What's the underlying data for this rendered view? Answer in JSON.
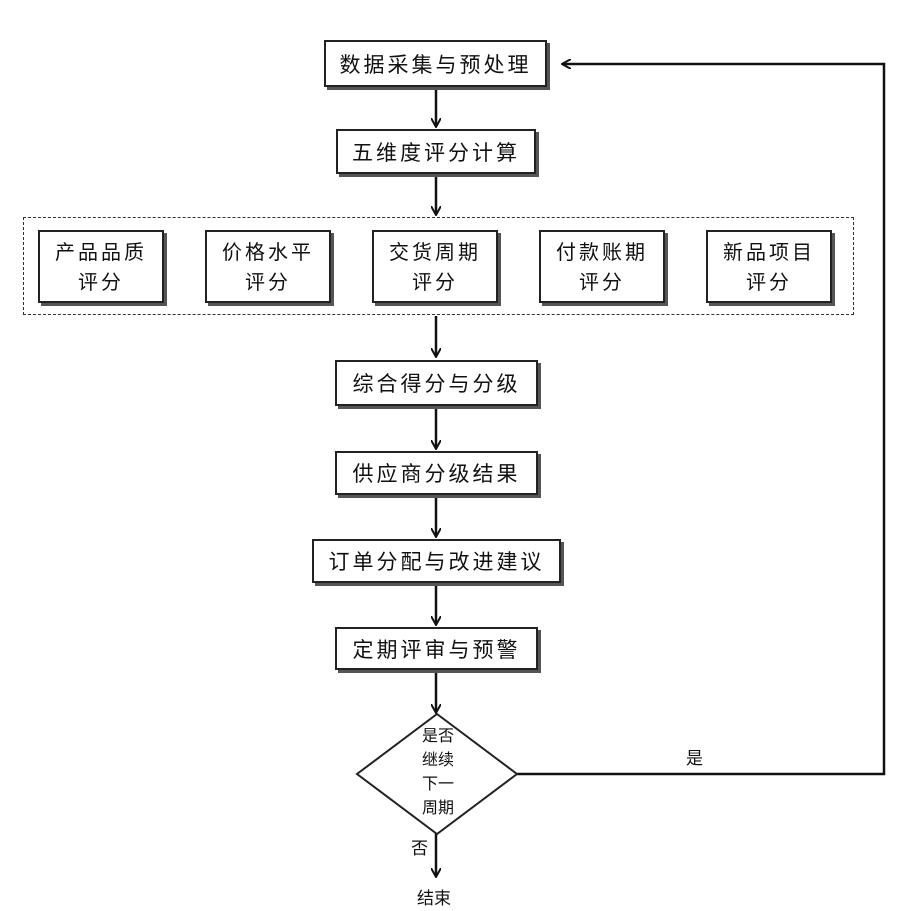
{
  "steps": {
    "collect": "数据采集与预处理",
    "five_dim": "五维度评分计算",
    "composite": "综合得分与分级",
    "result": "供应商分级结果",
    "order": "订单分配与改进建议",
    "review": "定期评审与预警"
  },
  "dimensions": [
    {
      "line1": "产品品质",
      "line2": "评分"
    },
    {
      "line1": "价格水平",
      "line2": "评分"
    },
    {
      "line1": "交货周期",
      "line2": "评分"
    },
    {
      "line1": "付款账期",
      "line2": "评分"
    },
    {
      "line1": "新品项目",
      "line2": "评分"
    }
  ],
  "decision": {
    "lines": [
      "是否",
      "继续",
      "下一",
      "周期"
    ]
  },
  "yes_label": "是",
  "no_label": "否",
  "end_label": "结束"
}
